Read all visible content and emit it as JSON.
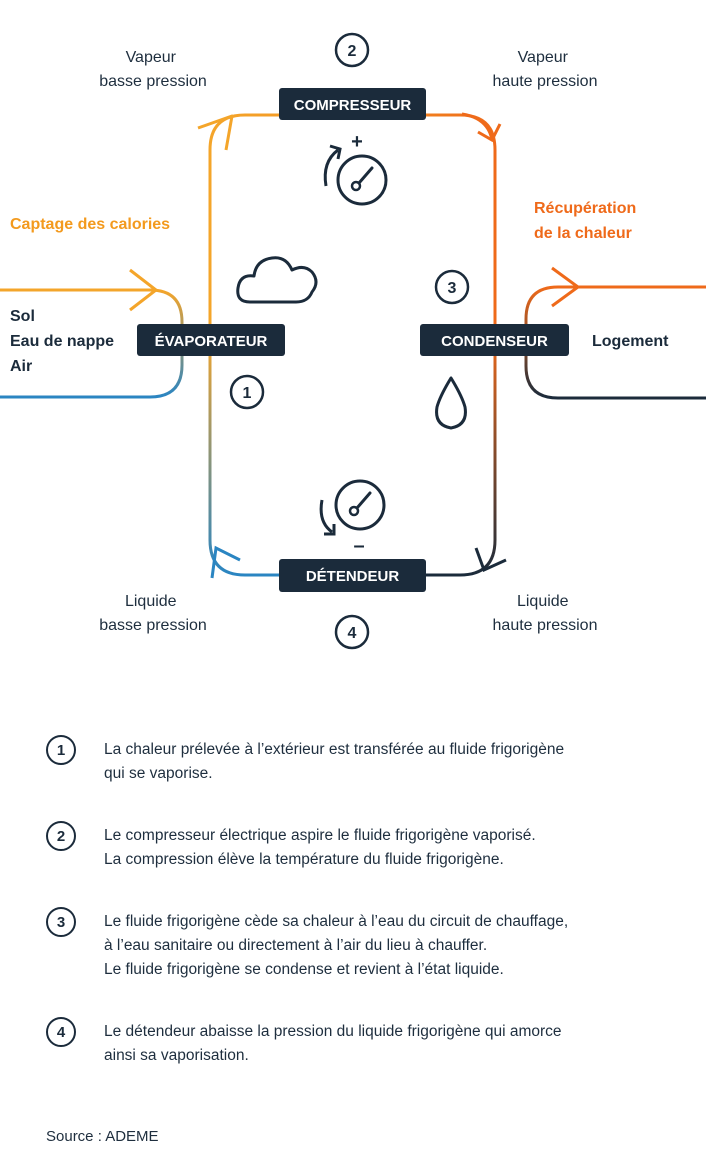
{
  "diagram": {
    "components": {
      "compressor": "COMPRESSEUR",
      "evaporator": "ÉVAPORATEUR",
      "condenser": "CONDENSEUR",
      "expansion": "DÉTENDEUR"
    },
    "step_numbers": [
      "1",
      "2",
      "3",
      "4"
    ],
    "states": {
      "low_vapor": [
        "Vapeur",
        "basse pression"
      ],
      "high_vapor": [
        "Vapeur",
        "haute pression"
      ],
      "low_liquid": [
        "Liquide",
        "basse pression"
      ],
      "high_liquid": [
        "Liquide",
        "haute pression"
      ]
    },
    "left_heading": "Captage des calories",
    "right_heading": [
      "Récupération",
      "de la chaleur"
    ],
    "sources": [
      "Sol",
      "Eau de nappe",
      "Air"
    ],
    "destination": "Logement",
    "plus_sign": "+",
    "minus_sign": "–"
  },
  "legend": [
    {
      "number": "1",
      "lines": [
        "La chaleur prélevée à l’extérieur est transférée au fluide frigorigène",
        "qui se vaporise."
      ]
    },
    {
      "number": "2",
      "lines": [
        "Le compresseur électrique aspire le fluide frigorigène vaporisé.",
        "La compression élève la température du fluide frigorigène."
      ]
    },
    {
      "number": "3",
      "lines": [
        "Le fluide frigorigène cède sa chaleur à l’eau du circuit de chauffage,",
        "à l’eau sanitaire ou directement à l’air du lieu à chauffer.",
        "Le fluide frigorigène se condense et revient à l’état liquide."
      ]
    },
    {
      "number": "4",
      "lines": [
        "Le détendeur abaisse la pression du liquide frigorigène qui amorce",
        "ainsi sa vaporisation."
      ]
    }
  ],
  "source": "Source : ADEME",
  "colors": {
    "navy": "#1b2b3b",
    "orange": "#f39c1e",
    "dark_orange": "#ef6c1a",
    "blue": "#2a85c2"
  }
}
